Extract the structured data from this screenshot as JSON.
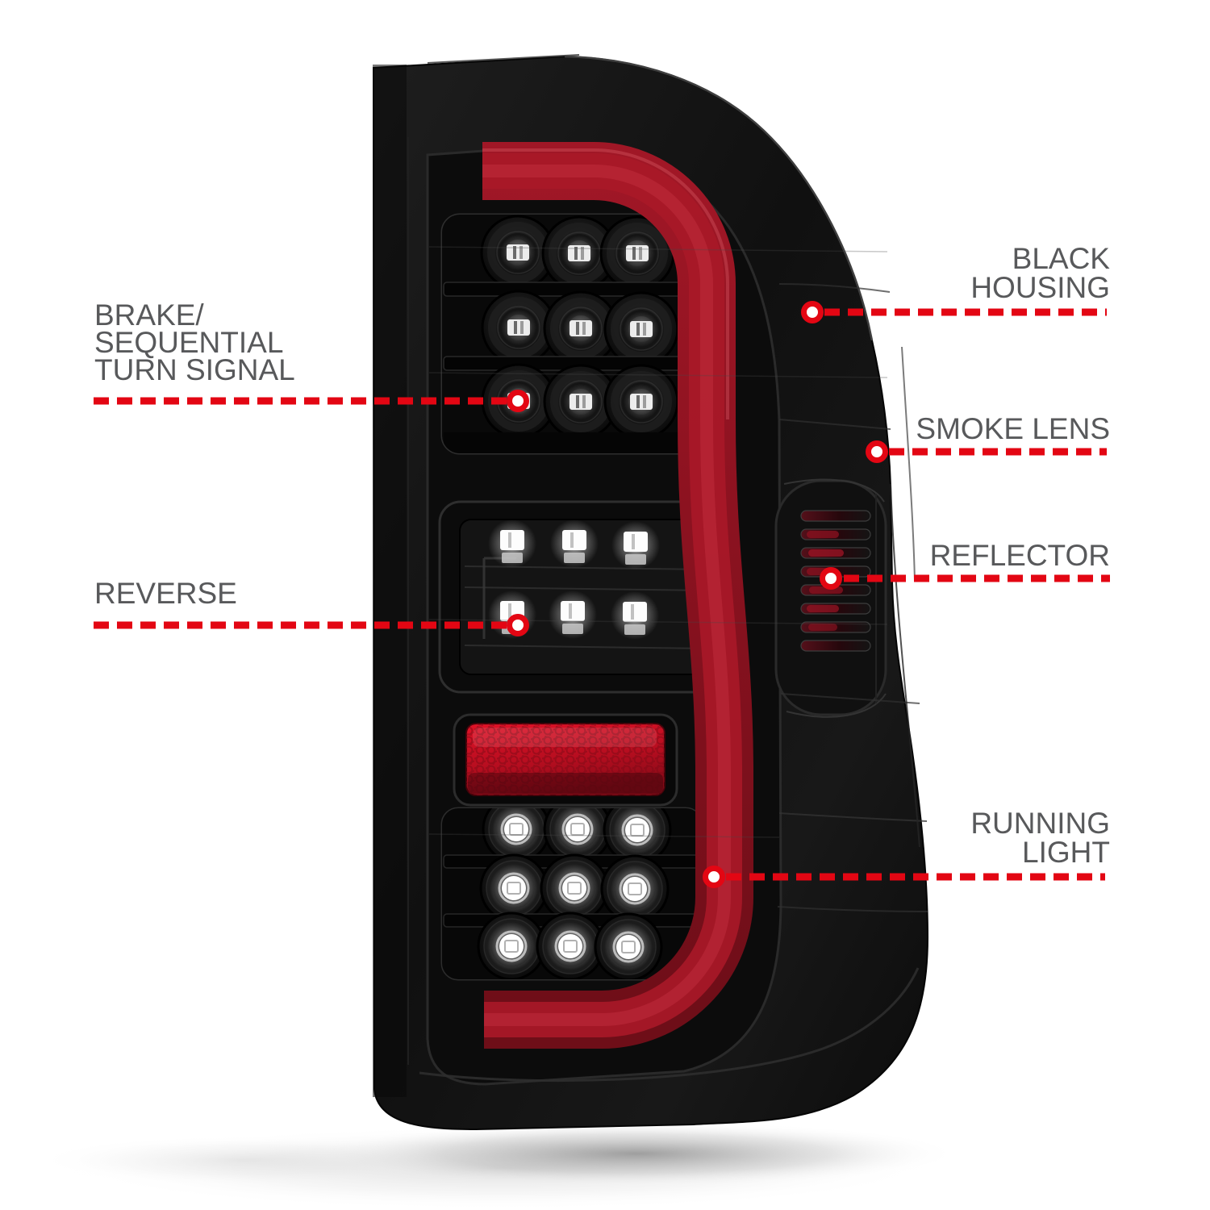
{
  "page": {
    "background": "#ffffff",
    "type": "annotated-product-diagram",
    "subject": "LED tail light with black housing and smoke lens"
  },
  "palette": {
    "callout_red": "#e30613",
    "label_gray": "#58595b",
    "housing_black": "#101010",
    "light_bar_red": "#9c1626",
    "reflector_red": "#cf1126"
  },
  "callouts": {
    "brake": {
      "lines": [
        "BRAKE/",
        "SEQUENTIAL",
        "TURN SIGNAL"
      ]
    },
    "reverse": {
      "lines": [
        "REVERSE"
      ]
    },
    "black_housing": {
      "lines": [
        "BLACK",
        "HOUSING"
      ]
    },
    "smoke_lens": {
      "lines": [
        "SMOKE LENS"
      ]
    },
    "reflector": {
      "lines": [
        "REFLECTOR"
      ]
    },
    "running_light": {
      "lines": [
        "RUNNING",
        "LIGHT"
      ]
    }
  }
}
